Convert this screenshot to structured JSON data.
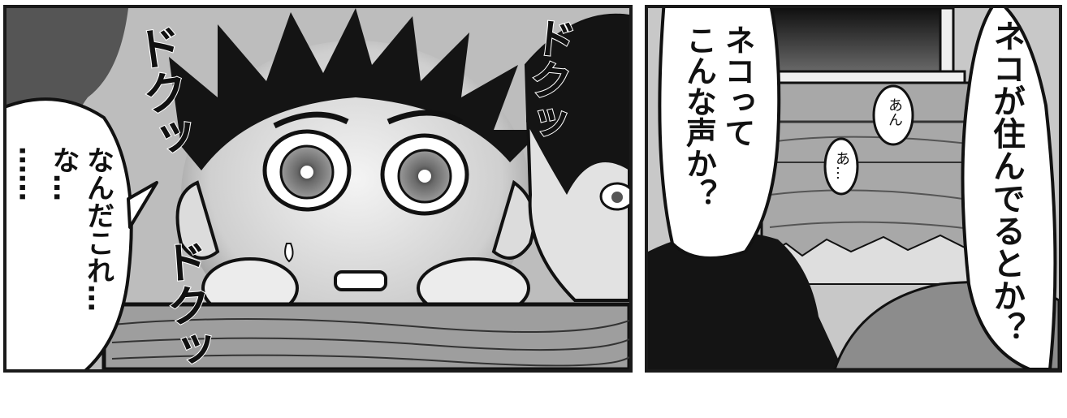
{
  "panel_1": {
    "dialogue": [
      "……",
      "な…",
      "なんだこれ…"
    ],
    "sfx": [
      "ドクッ",
      "ドクッ",
      "ドクッ"
    ]
  },
  "panel_2": {
    "dialogue_right": [
      "ネコが住んでるとか？"
    ],
    "dialogue_left": [
      "ネコって",
      "こんな声か？"
    ],
    "whispers": [
      "あん",
      "あ…"
    ]
  }
}
